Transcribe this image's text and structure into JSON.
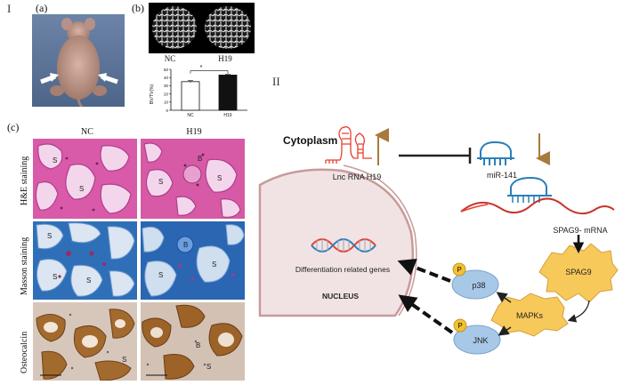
{
  "panel_I": {
    "roman": "I",
    "labels": {
      "a": "(a)",
      "b": "(b)",
      "c": "(c)"
    },
    "microct": {
      "left": "NC",
      "right": "H19"
    },
    "bar_chart": {
      "ylabel": "BV/TV(%)",
      "ytick_labels": [
        "0",
        "10",
        "20",
        "30",
        "40",
        "50"
      ],
      "significance": "*",
      "bars": [
        {
          "name": "NC",
          "value": 35,
          "error": 1.2,
          "color": "#ffffff"
        },
        {
          "name": "H19",
          "value": 43,
          "error": 0.8,
          "color": "#111111"
        }
      ]
    },
    "histology": {
      "columns": [
        "NC",
        "H19"
      ],
      "rows": [
        "H&E staining",
        "Masson staining",
        "Osteocalcin"
      ],
      "marks": [
        "S",
        "B"
      ]
    }
  },
  "panel_II": {
    "roman": "II",
    "cytoplasm": "Cytoplasm",
    "nucleus": "NUCLEUS",
    "lnc": "Lnc RNA H19",
    "mir": "miR-141",
    "mrna": "SPAG9- mRNA",
    "spag9": "SPAG9",
    "mapks": "MAPKs",
    "p38": "p38",
    "jnk": "JNK",
    "phospho": "P",
    "genes": "Differentiation related genes",
    "colors": {
      "nucleus_fill": "#f1e3e3",
      "nucleus_border": "#c99a9a",
      "rna_red": "#e8402f",
      "mir_blue": "#2b7fb8",
      "arrow_brown": "#a87a3c",
      "kinase_blue": "#a8c8e8",
      "yellow": "#f7c95a",
      "phospho_yellow": "#f2c230"
    }
  }
}
